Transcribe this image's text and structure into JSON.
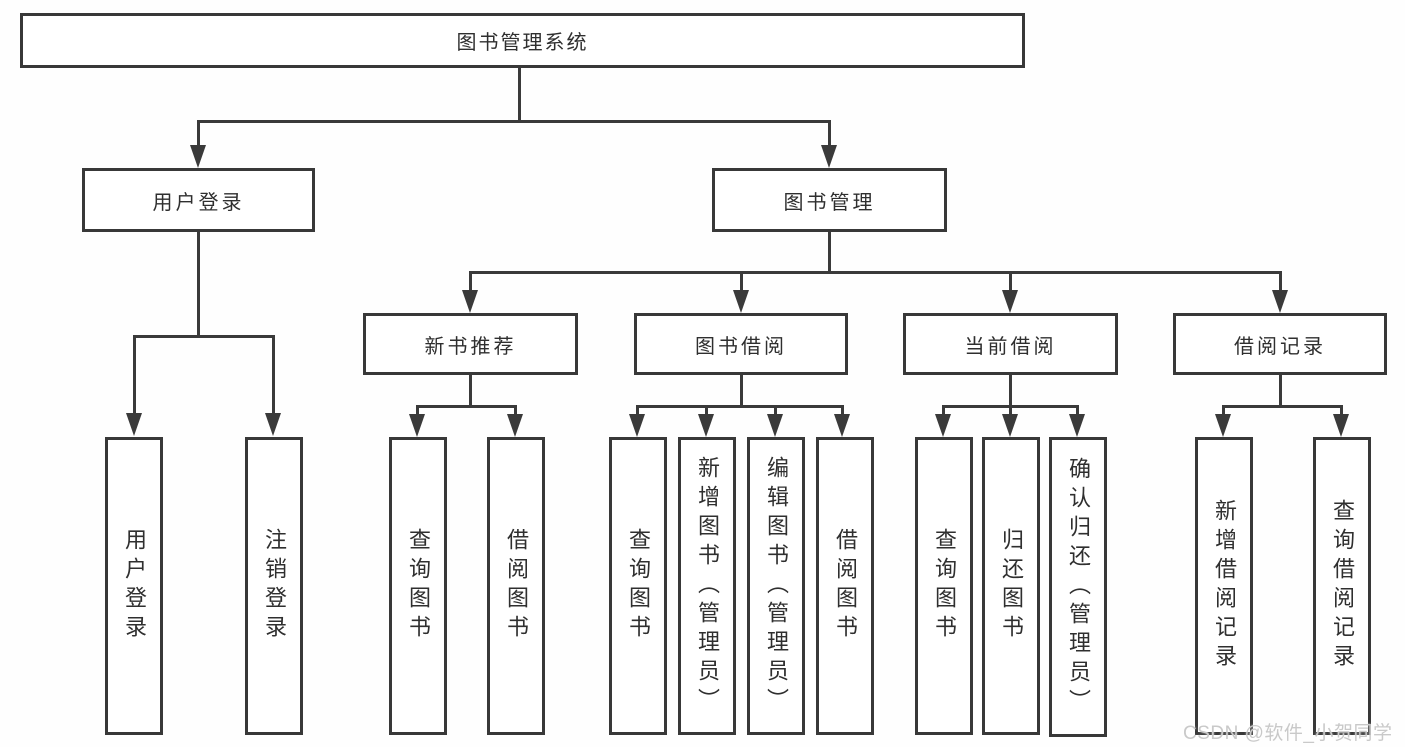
{
  "nodes": {
    "root": {
      "label": "图书管理系统"
    },
    "user_login": {
      "label": "用户登录"
    },
    "book_mgmt": {
      "label": "图书管理"
    },
    "new_book_rec": {
      "label": "新书推荐"
    },
    "book_borrow": {
      "label": "图书借阅"
    },
    "current_borrow": {
      "label": "当前借阅"
    },
    "borrow_record": {
      "label": "借阅记录"
    },
    "leaf_user_login": {
      "label": "用户登录"
    },
    "leaf_logout": {
      "label": "注销登录"
    },
    "leaf_rec_query_book": {
      "label": "查询图书"
    },
    "leaf_rec_borrow_book": {
      "label": "借阅图书"
    },
    "leaf_bb_query_book": {
      "label": "查询图书"
    },
    "leaf_bb_add_book": {
      "label": "新增图书（管理员）"
    },
    "leaf_bb_edit_book": {
      "label": "编辑图书（管理员）"
    },
    "leaf_bb_borrow_book": {
      "label": "借阅图书"
    },
    "leaf_cb_query_book": {
      "label": "查询图书"
    },
    "leaf_cb_return_book": {
      "label": "归还图书"
    },
    "leaf_cb_confirm_return": {
      "label": "确认归还（管理员）"
    },
    "leaf_br_add_record": {
      "label": "新增借阅记录"
    },
    "leaf_br_query_record": {
      "label": "查询借阅记录"
    }
  },
  "structure": {
    "图书管理系统": {
      "用户登录": [
        "用户登录",
        "注销登录"
      ],
      "图书管理": {
        "新书推荐": [
          "查询图书",
          "借阅图书"
        ],
        "图书借阅": [
          "查询图书",
          "新增图书（管理员）",
          "编辑图书（管理员）",
          "借阅图书"
        ],
        "当前借阅": [
          "查询图书",
          "归还图书",
          "确认归还（管理员）"
        ],
        "借阅记录": [
          "新增借阅记录",
          "查询借阅记录"
        ]
      }
    }
  },
  "watermark": "CSDN @软件_小贺同学",
  "colors": {
    "line": "#3a3a3a",
    "box_border": "#383838",
    "text": "#2f2f2f",
    "background": "#fefefe",
    "watermark": "#c9c9c9"
  }
}
